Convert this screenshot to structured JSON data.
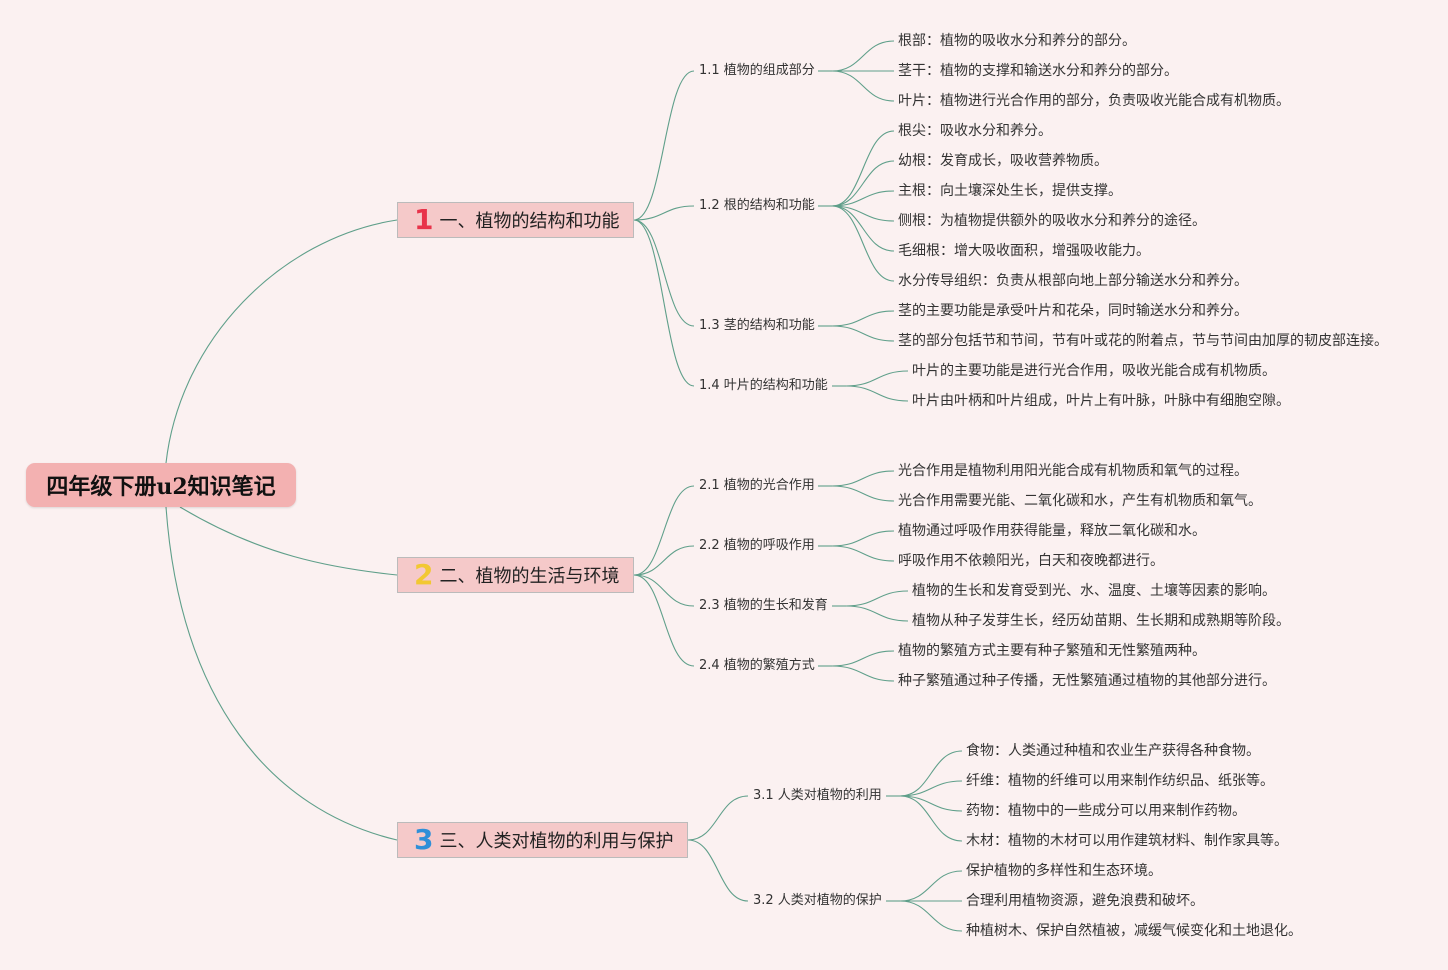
{
  "title": "四年级下册u2知识笔记",
  "accent_colors": {
    "root": "#f3b1b1",
    "section": "#f5c9c9",
    "link": "#5f9f8a"
  },
  "sections": [
    {
      "num": "1",
      "num_color": "#e8334a",
      "title": "一、植物的结构和功能",
      "subs": [
        {
          "label": "1.1 植物的组成部分",
          "leaves": [
            "根部：植物的吸收水分和养分的部分。",
            "茎干：植物的支撑和输送水分和养分的部分。",
            "叶片：植物进行光合作用的部分，负责吸收光能合成有机物质。"
          ]
        },
        {
          "label": "1.2 根的结构和功能",
          "leaves": [
            "根尖：吸收水分和养分。",
            "幼根：发育成长，吸收营养物质。",
            "主根：向土壤深处生长，提供支撑。",
            "侧根：为植物提供额外的吸收水分和养分的途径。",
            "毛细根：增大吸收面积，增强吸收能力。",
            "水分传导组织：负责从根部向地上部分输送水分和养分。"
          ]
        },
        {
          "label": "1.3 茎的结构和功能",
          "leaves": [
            "茎的主要功能是承受叶片和花朵，同时输送水分和养分。",
            "茎的部分包括节和节间，节有叶或花的附着点，节与节间由加厚的韧皮部连接。"
          ]
        },
        {
          "label": "1.4 叶片的结构和功能",
          "leaves": [
            "叶片的主要功能是进行光合作用，吸收光能合成有机物质。",
            "叶片由叶柄和叶片组成，叶片上有叶脉，叶脉中有细胞空隙。"
          ]
        }
      ]
    },
    {
      "num": "2",
      "num_color": "#f2c832",
      "title": "二、植物的生活与环境",
      "subs": [
        {
          "label": "2.1 植物的光合作用",
          "leaves": [
            "光合作用是植物利用阳光能合成有机物质和氧气的过程。",
            "光合作用需要光能、二氧化碳和水，产生有机物质和氧气。"
          ]
        },
        {
          "label": "2.2 植物的呼吸作用",
          "leaves": [
            "植物通过呼吸作用获得能量，释放二氧化碳和水。",
            "呼吸作用不依赖阳光，白天和夜晚都进行。"
          ]
        },
        {
          "label": "2.3 植物的生长和发育",
          "leaves": [
            "植物的生长和发育受到光、水、温度、土壤等因素的影响。",
            "植物从种子发芽生长，经历幼苗期、生长期和成熟期等阶段。"
          ]
        },
        {
          "label": "2.4 植物的繁殖方式",
          "leaves": [
            "植物的繁殖方式主要有种子繁殖和无性繁殖两种。",
            "种子繁殖通过种子传播，无性繁殖通过植物的其他部分进行。"
          ]
        }
      ]
    },
    {
      "num": "3",
      "num_color": "#2f8fd8",
      "title": "三、人类对植物的利用与保护",
      "subs": [
        {
          "label": "3.1 人类对植物的利用",
          "leaves": [
            "食物：人类通过种植和农业生产获得各种食物。",
            "纤维：植物的纤维可以用来制作纺织品、纸张等。",
            "药物：植物中的一些成分可以用来制作药物。",
            "木材：植物的木材可以用作建筑材料、制作家具等。"
          ]
        },
        {
          "label": "3.2 人类对植物的保护",
          "leaves": [
            "保护植物的多样性和生态环境。",
            "合理利用植物资源，避免浪费和破坏。",
            "种植树木、保护自然植被，减缓气候变化和土地退化。"
          ]
        }
      ]
    }
  ]
}
